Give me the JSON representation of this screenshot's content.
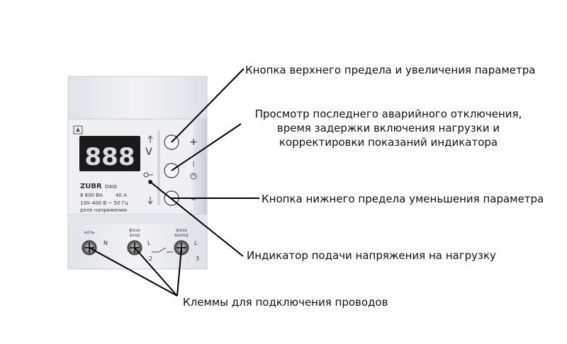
{
  "device": {
    "brand": "ZUBR",
    "model": "D40t",
    "power": "8 800 ВА",
    "current": "40 А",
    "voltage_range": "100–400 В ~ 50 Гц",
    "description": "реле напряжения",
    "display_value": "888",
    "unit": "V",
    "btn_plus": "+",
    "btn_minus": "–",
    "terminal_n_caption": "ноль",
    "terminal_n_letter": "N",
    "terminal_in_caption_1": "фаза",
    "terminal_in_caption_2": "вход",
    "terminal_in_letter": "L",
    "terminal_in_number": "2",
    "terminal_out_caption_1": "фаза",
    "terminal_out_caption_2": "выход",
    "terminal_out_letter": "L",
    "terminal_out_number": "3"
  },
  "callouts": {
    "upper_button": "Кнопка верхнего предела и увеличения параметра",
    "middle_button_line1": "Просмотр последнего аварийного отключения,",
    "middle_button_line2": "время задержки включения нагрузки и",
    "middle_button_line3": "корректировки показаний индикатора",
    "lower_button": "Кнопка нижнего предела уменьшения параметра",
    "indicator": "Индикатор подачи напряжения на нагрузку",
    "terminals": "Клеммы для подключения проводов"
  },
  "colors": {
    "body": "#e9ecf1",
    "display_bg": "#1a1a1a",
    "segments": "#d9dde3",
    "leader_line": "#000000"
  }
}
